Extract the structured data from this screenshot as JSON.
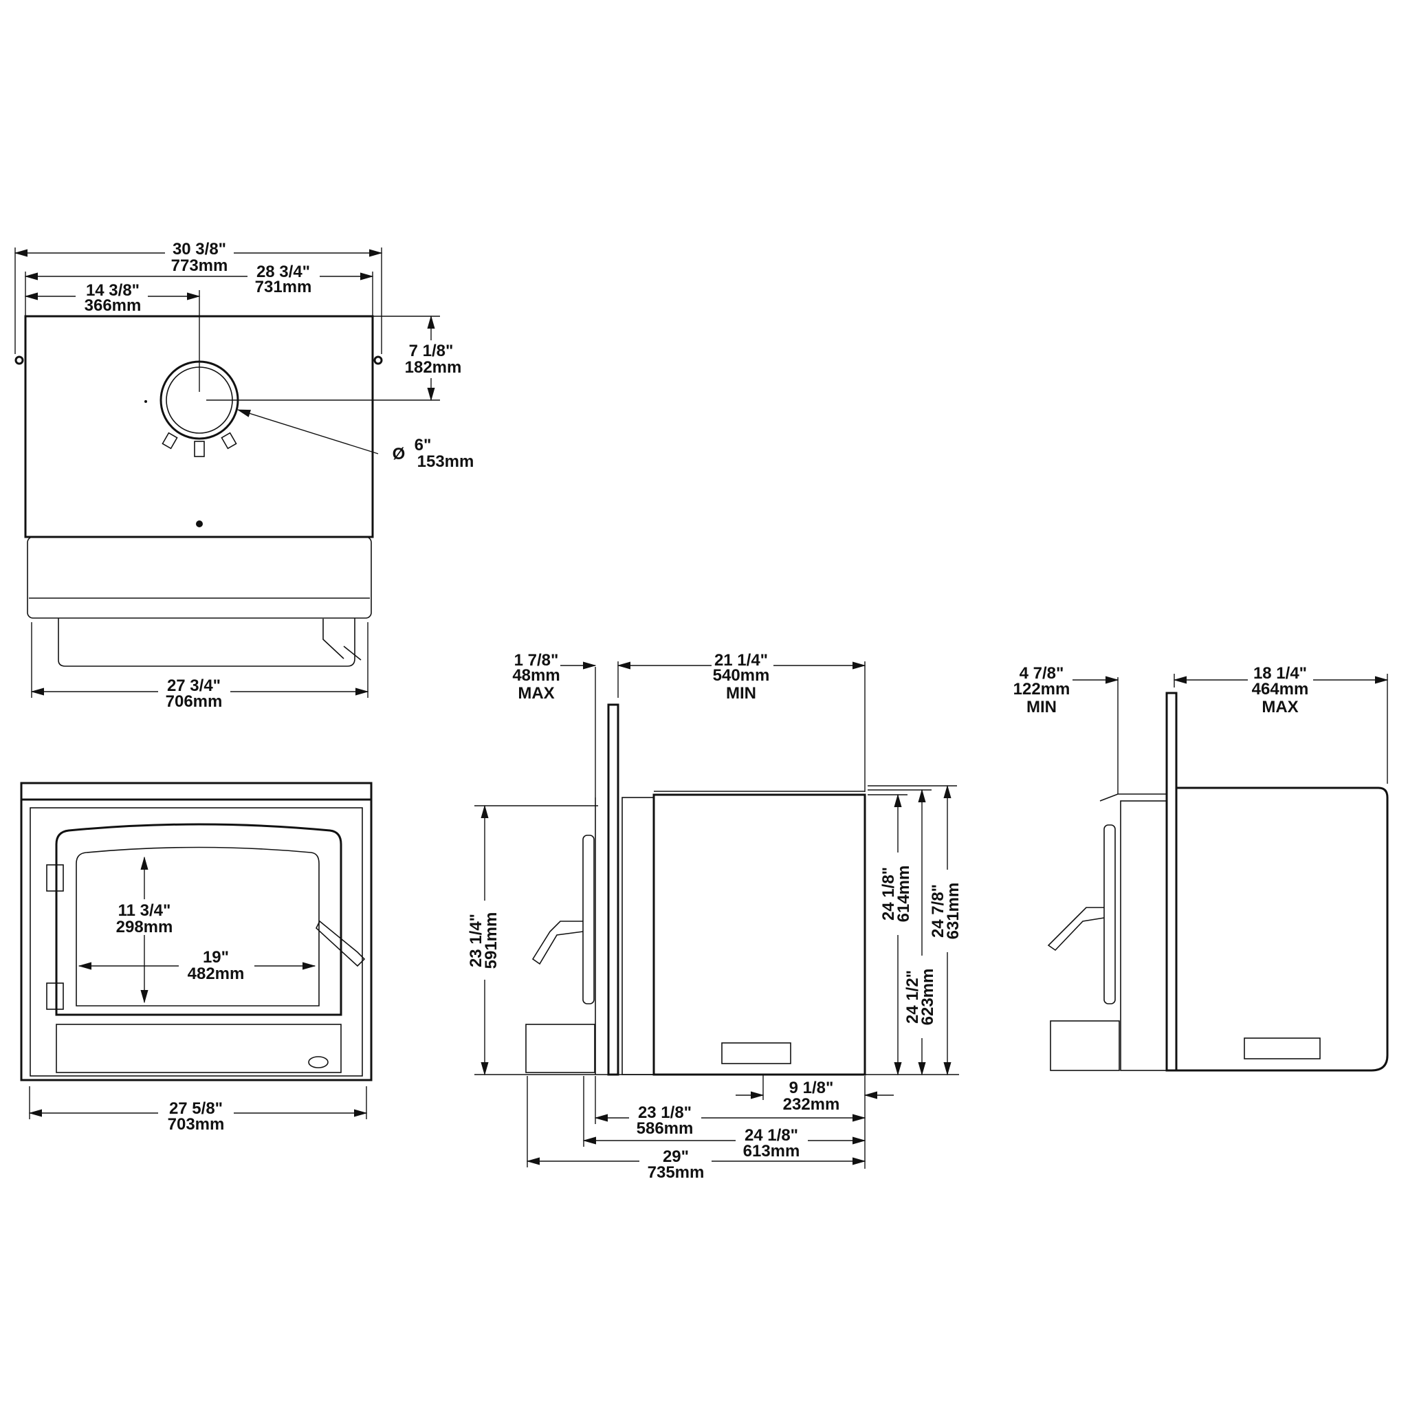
{
  "top_view": {
    "overall_width": {
      "in": "30 3/8\"",
      "mm": "773mm"
    },
    "body_width": {
      "in": "28 3/4\"",
      "mm": "731mm"
    },
    "flue_offset_x": {
      "in": "14 3/8\"",
      "mm": "366mm"
    },
    "flue_offset_y": {
      "in": "7 1/8\"",
      "mm": "182mm"
    },
    "flue_diameter": {
      "symbol": "Ø",
      "in": "6\"",
      "mm": "153mm"
    },
    "base_width": {
      "in": "27 3/4\"",
      "mm": "706mm"
    }
  },
  "front_view": {
    "glass_height": {
      "in": "11 3/4\"",
      "mm": "298mm"
    },
    "glass_width": {
      "in": "19\"",
      "mm": "482mm"
    },
    "base_width": {
      "in": "27 5/8\"",
      "mm": "703mm"
    }
  },
  "side_view": {
    "surround_max": {
      "in": "1 7/8\"",
      "mm": "48mm",
      "note": "MAX"
    },
    "depth_min": {
      "in": "21 1/4\"",
      "mm": "540mm",
      "note": "MIN"
    },
    "front_height": {
      "in": "23 1/4\"",
      "mm": "591mm"
    },
    "height_a": {
      "in": "24 1/8\"",
      "mm": "614mm"
    },
    "height_b": {
      "in": "24 1/2\"",
      "mm": "623mm"
    },
    "height_c": {
      "in": "24 7/8\"",
      "mm": "631mm"
    },
    "rear_offset": {
      "in": "9 1/8\"",
      "mm": "232mm"
    },
    "depth_a": {
      "in": "23 1/8\"",
      "mm": "586mm"
    },
    "depth_b": {
      "in": "24 1/8\"",
      "mm": "613mm"
    },
    "overall_depth": {
      "in": "29\"",
      "mm": "735mm"
    }
  },
  "side_view_alt": {
    "surround_min": {
      "in": "4 7/8\"",
      "mm": "122mm",
      "note": "MIN"
    },
    "depth_max": {
      "in": "18 1/4\"",
      "mm": "464mm",
      "note": "MAX"
    }
  }
}
